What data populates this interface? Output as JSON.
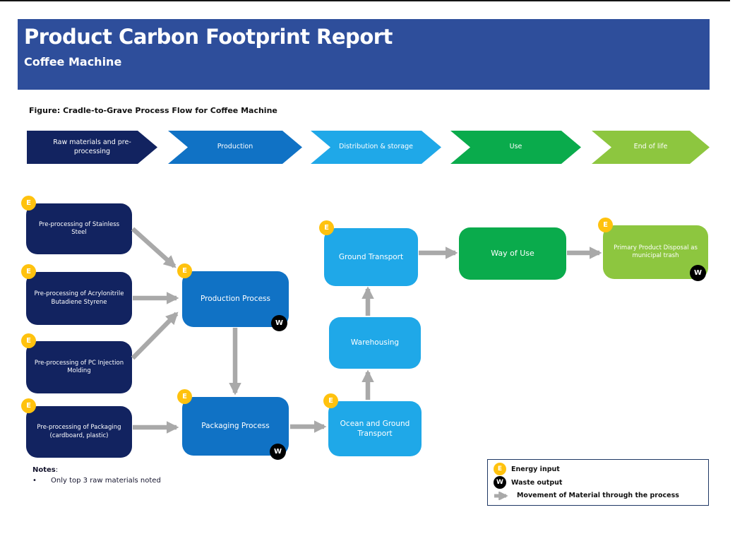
{
  "header": {
    "title": "Product Carbon Footprint Report",
    "subtitle": "Coffee Machine"
  },
  "figure_caption": "Figure: Cradle-to-Grave Process Flow for Coffee Machine",
  "lifecycle_stages": [
    {
      "label": "Raw materials and pre-processing",
      "color": "#122360"
    },
    {
      "label": "Production",
      "color": "#1072C5"
    },
    {
      "label": "Distribution & storage",
      "color": "#1FA8E8"
    },
    {
      "label": "Use",
      "color": "#0AAB4C"
    },
    {
      "label": "End of life",
      "color": "#8DC63F"
    }
  ],
  "boxes": {
    "stainless": {
      "label": "Pre-processing of Stainless Steel"
    },
    "abs": {
      "label": "Pre-processing of Acrylonitrile Butadiene Styrene"
    },
    "pc": {
      "label": "Pre-processing of PC Injection Molding"
    },
    "packaging_materials": {
      "label": "Pre-processing of Packaging (cardboard, plastic)"
    },
    "production": {
      "label": "Production Process"
    },
    "packaging_process": {
      "label": "Packaging Process"
    },
    "ground_transport": {
      "label": "Ground Transport"
    },
    "warehousing": {
      "label": "Warehousing"
    },
    "ocean_ground_transport": {
      "label": "Ocean and Ground Transport"
    },
    "way_of_use": {
      "label": "Way of Use"
    },
    "disposal": {
      "label": "Primary Product Disposal as municipal trash"
    }
  },
  "badges": {
    "energy": "E",
    "waste": "W"
  },
  "notes": {
    "heading": "Notes",
    "separator": ":",
    "bullet": "•",
    "items": [
      "Only top 3 raw materials noted"
    ]
  },
  "legend": {
    "energy": "Energy input",
    "waste": "Waste output",
    "movement": "Movement of Material through the process"
  },
  "palette": {
    "banner_blue": "#2E4E9B",
    "navy": "#122360",
    "blue": "#1072C5",
    "light_blue": "#1FA8E8",
    "green": "#0AAB4C",
    "light_green": "#8DC63F",
    "energy_yellow": "#FFC20E",
    "waste_black": "#000000",
    "arrow_gray": "#A9A9A9"
  }
}
